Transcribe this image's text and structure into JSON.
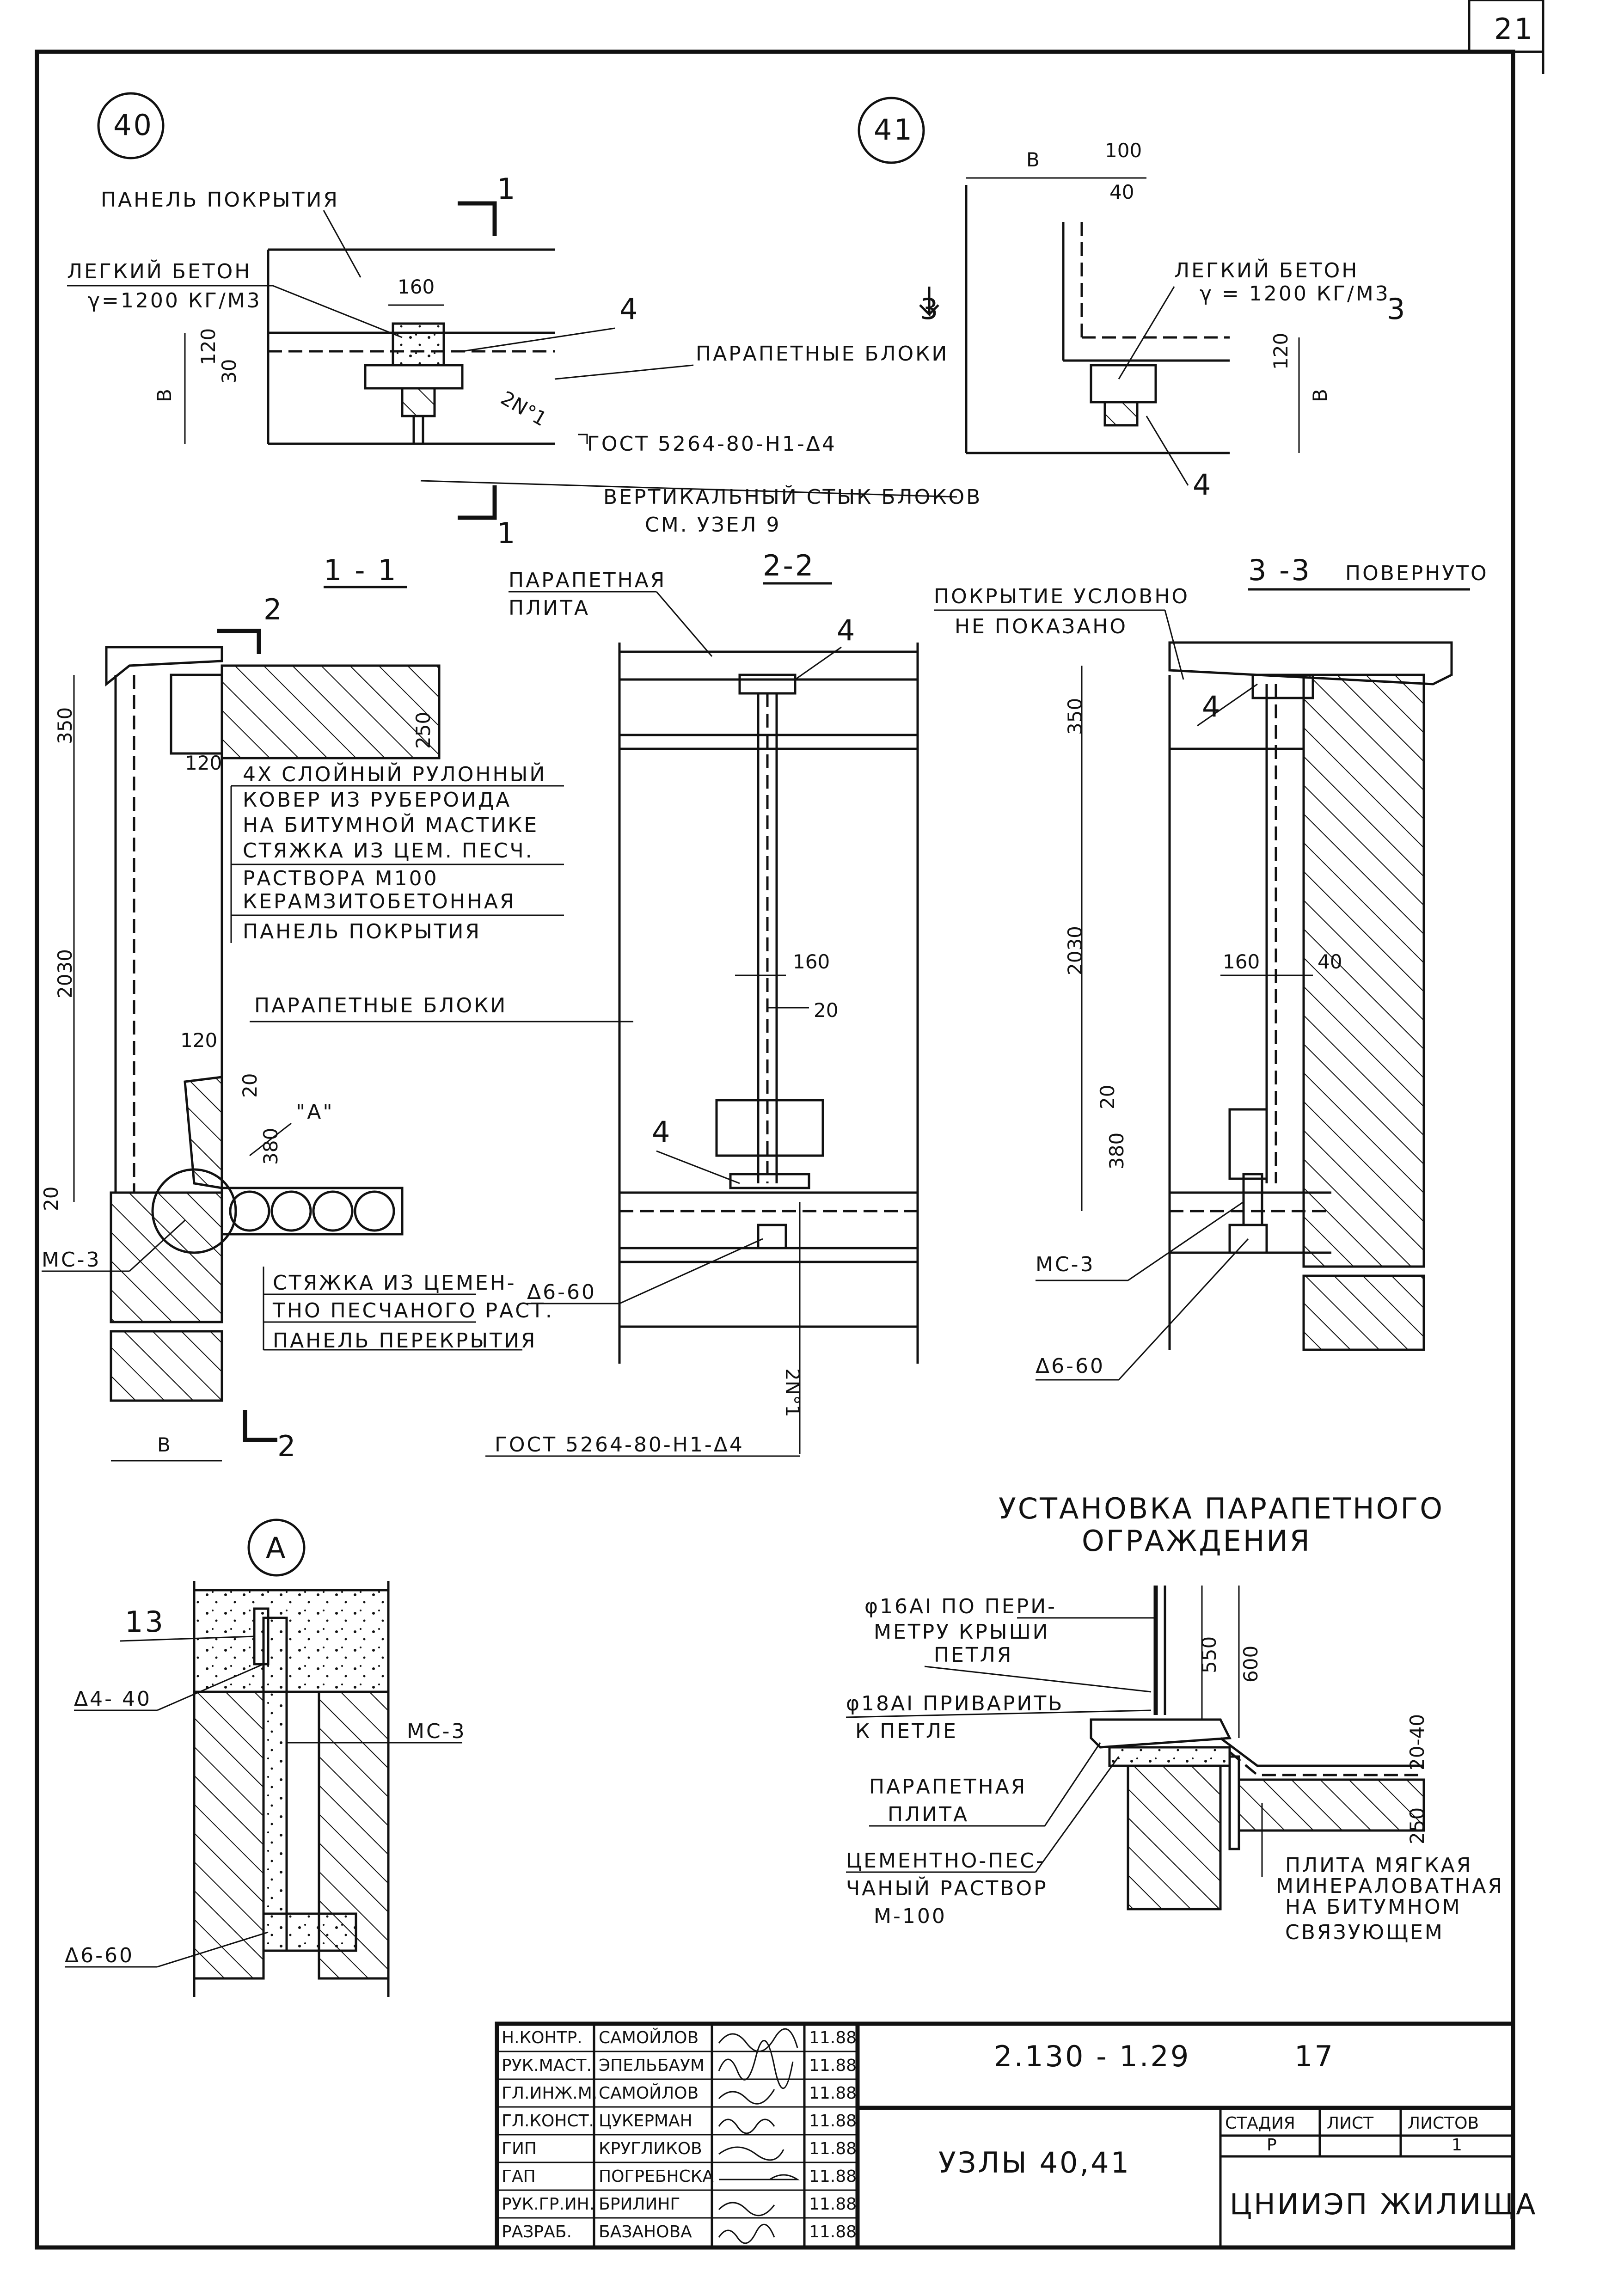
{
  "sheet": {
    "page_number": "21"
  },
  "node40": {
    "number": "40",
    "label_roof_panel": "ПАНЕЛЬ ПОКРЫТИЯ",
    "label_light_concrete": "ЛЕГКИЙ БЕТОН",
    "label_density": "γ=1200 КГ/М3",
    "dim_160": "160",
    "dim_120": "120",
    "dim_30": "30",
    "dim_b": "В",
    "mark_4": "4",
    "mark_2n1": "2N°1",
    "label_parapet_blocks": "ПАРАПЕТНЫЕ БЛОКИ",
    "label_gost": "ГОСТ 5264-80-Н1-Δ4",
    "label_vertical_joint": "ВЕРТИКАЛЬНЫЙ СТЫК БЛОКОВ",
    "label_see_node": "СМ. УЗЕЛ 9",
    "section_mark": "1"
  },
  "node41": {
    "number": "41",
    "dim_b": "В",
    "dim_100": "100",
    "dim_40": "40",
    "dim_120": "120",
    "label_light_concrete": "ЛЕГКИЙ БЕТОН",
    "label_density": "γ = 1200 КГ/М3",
    "section_mark": "3",
    "mark_4": "4"
  },
  "section11": {
    "title": "1 - 1",
    "section_mark": "2",
    "dim_350": "350",
    "dim_250": "250",
    "dim_120a": "120",
    "dim_2030": "2030",
    "dim_120b": "120",
    "dim_20": "20",
    "dim_380": "380",
    "dim_20b": "20",
    "dim_b": "В",
    "callout_a": "\"А\"",
    "layers": [
      "4Х СЛОЙНЫЙ РУЛОННЫЙ",
      "КОВЕР ИЗ РУБЕРОИДА",
      "НА БИТУМНОЙ МАСТИКЕ",
      "СТЯЖКА ИЗ ЦЕМ. ПЕСЧ.",
      "РАСТВОРА М100",
      "КЕРАМЗИТОБЕТОННАЯ",
      "ПАНЕЛЬ ПОКРЫТИЯ"
    ],
    "label_parapet_blocks": "ПАРАПЕТНЫЕ БЛОКИ",
    "label_mc3": "МС-3",
    "screed": [
      "СТЯЖКА ИЗ ЦЕМЕН-",
      "ТНО ПЕСЧАНОГО РАСТ.",
      "ПАНЕЛЬ ПЕРЕКРЫТИЯ"
    ]
  },
  "section22": {
    "title": "2-2",
    "label_parapet_plate_1": "ПАРАПЕТНАЯ",
    "label_parapet_plate_2": "ПЛИТА",
    "mark_4a": "4",
    "mark_4b": "4",
    "dim_160": "160",
    "dim_20": "20",
    "label_d660": "Δ6-60",
    "label_2n1": "2N°1",
    "label_gost": "ГОСТ 5264-80-Н1-Δ4"
  },
  "section33": {
    "title": "3 -3",
    "subtitle": "ПОВЕРНУТО",
    "note_1": "ПОКРЫТИЕ УСЛОВНО",
    "note_2": "НЕ ПОКАЗАНО",
    "mark_4": "4",
    "dim_350": "350",
    "dim_2030": "2030",
    "dim_160": "160",
    "dim_40": "40",
    "dim_20": "20",
    "dim_380": "380",
    "label_mc3": "МС-3",
    "label_d660": "Δ6-60"
  },
  "detailA": {
    "title": "А",
    "mark_13": "13",
    "label_d440": "Δ4- 40",
    "label_mc3": "МС-3",
    "label_d660": "Δ6-60"
  },
  "fence": {
    "title_1": "УСТАНОВКА ПАРАПЕТНОГО",
    "title_2": "ОГРАЖДЕНИЯ",
    "label_16": "φ16АI ПО ПЕРИ-",
    "label_16b": "МЕТРУ КРЫШИ",
    "label_loop": "ПЕТЛЯ",
    "label_18": "φ18АI ПРИВАРИТЬ",
    "label_18b": "К ПЕТЛЕ",
    "label_plate_1": "ПАРАПЕТНАЯ",
    "label_plate_2": "ПЛИТА",
    "label_mortar_1": "ЦЕМЕНТНО-ПЕС-",
    "label_mortar_2": "ЧАНЫЙ РАСТВОР",
    "label_mortar_3": "М-100",
    "dim_550": "550",
    "dim_600": "600",
    "dim_2040": "20-40",
    "dim_250": "250",
    "label_soft_1": "ПЛИТА МЯГКАЯ",
    "label_soft_2": "МИНЕРАЛОВАТНАЯ",
    "label_soft_3": "НА БИТУМНОМ",
    "label_soft_4": "СВЯЗУЮЩЕМ"
  },
  "title_block": {
    "rows": [
      {
        "role": "Н.КОНТР.",
        "name": "САМОЙЛОВ",
        "date": "11.88"
      },
      {
        "role": "РУК.МАСТ.",
        "name": "ЭПЕЛЬБАУМ",
        "date": "11.88"
      },
      {
        "role": "ГЛ.ИНЖ.М.",
        "name": "САМОЙЛОВ",
        "date": "11.88"
      },
      {
        "role": "ГЛ.КОНСТ.",
        "name": "ЦУКЕРМАН",
        "date": "11.88"
      },
      {
        "role": "ГИП",
        "name": "КРУГЛИКОВ",
        "date": "11.88"
      },
      {
        "role": "ГАП",
        "name": "ПОГРЕБНСКА",
        "date": "11.88"
      },
      {
        "role": "РУК.ГР.ИН.",
        "name": "БРИЛИНГ",
        "date": "11.88"
      },
      {
        "role": "РАЗРАБ.",
        "name": "БАЗАНОВА",
        "date": "11.88"
      }
    ],
    "doc_code": "2.130 - 1.29",
    "doc_number": "17",
    "title": "УЗЛЫ 40,41",
    "stage_label": "СТАДИЯ",
    "sheet_label": "ЛИСТ",
    "sheets_label": "ЛИСТОВ",
    "stage": "Р",
    "sheets_total": "1",
    "organization": "ЦНИИЭП ЖИЛИЩА"
  }
}
